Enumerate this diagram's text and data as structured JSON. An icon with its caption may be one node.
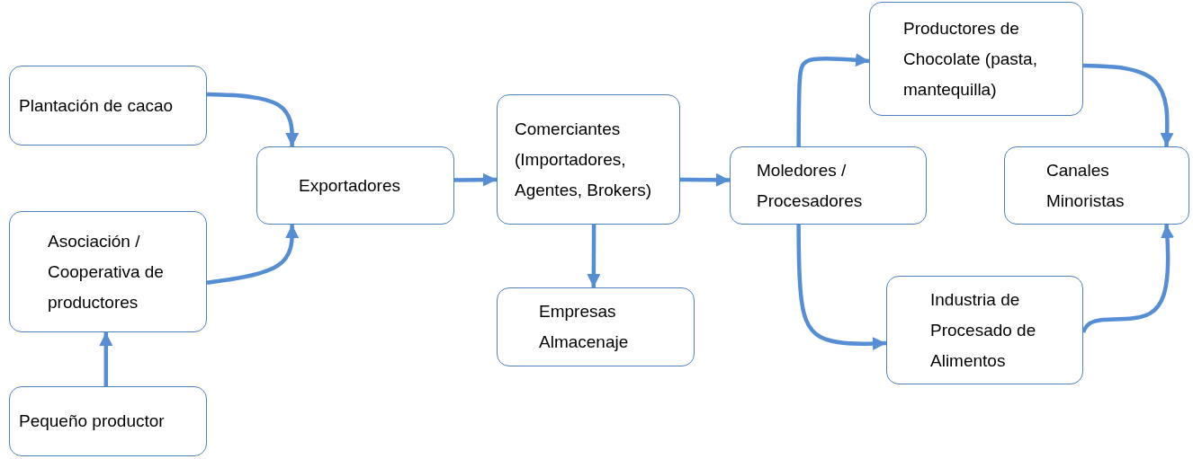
{
  "diagram": {
    "nodes": [
      {
        "text": [
          "Plantación de cacao"
        ]
      },
      {
        "text": [
          "Asociación / Cooperativa de productores"
        ]
      },
      {
        "text": [
          "Pequeño productor"
        ]
      },
      {
        "text": [
          "Exportadores"
        ]
      },
      {
        "text": [
          "Comerciantes (Importadores, Agentes, Brokers)"
        ]
      },
      {
        "text": [
          "Empresas Almacenaje"
        ]
      },
      {
        "text": [
          "Moledores / Procesadores"
        ]
      },
      {
        "text": [
          "Productores de Chocolate (pasta, mantequilla)"
        ]
      },
      {
        "text": [
          "Canales Minoristas"
        ]
      },
      {
        "text": [
          "Industria de Procesado de Alimentos"
        ]
      }
    ],
    "edges": [
      {
        "from": 0,
        "to": 3,
        "arrow": "to"
      },
      {
        "from": 1,
        "to": 3,
        "arrow": "to"
      },
      {
        "from": 2,
        "to": 1,
        "arrow": "to"
      },
      {
        "from": 3,
        "to": 4,
        "arrow": "to"
      },
      {
        "from": 4,
        "to": 6,
        "arrow": "to"
      },
      {
        "from": 4,
        "to": 5,
        "arrow": "to"
      },
      {
        "from": 6,
        "to": 7,
        "arrow": "to"
      },
      {
        "from": 6,
        "to": 9,
        "arrow": "to"
      },
      {
        "from": 7,
        "to": 8,
        "arrow": "to"
      },
      {
        "from": 9,
        "to": 8,
        "arrow": "to"
      }
    ]
  }
}
